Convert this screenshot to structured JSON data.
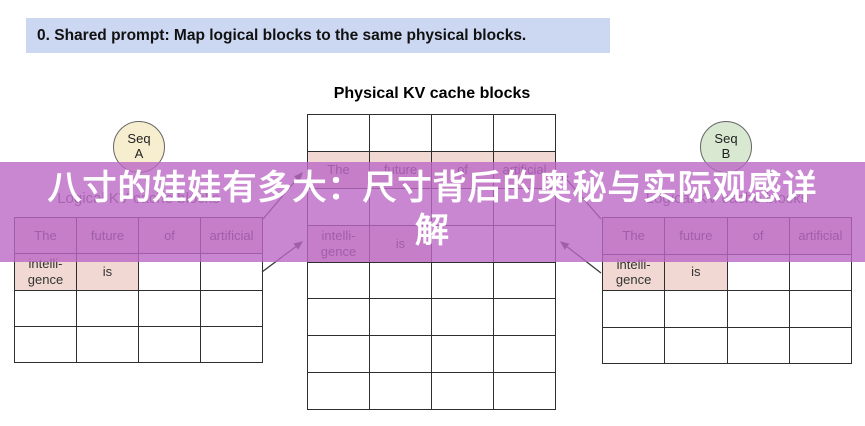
{
  "banner": {
    "text": "0. Shared prompt: Map logical blocks to the same physical blocks."
  },
  "titles": {
    "physical": "Physical KV cache blocks",
    "logical_left": "Logical KV cache blocks",
    "logical_right": "Logical KV cache blocks"
  },
  "sequences": {
    "seq_a": "Seq\nA",
    "seq_b": "Seq\nB"
  },
  "overlay": {
    "line1": "八寸的娃娃有多大：尺寸背后的奥秘与实际观感详",
    "line2": "解"
  },
  "tables": {
    "logical_a": [
      [
        {
          "text": "The",
          "filled": true
        },
        {
          "text": "future",
          "filled": true
        },
        {
          "text": "of",
          "filled": true
        },
        {
          "text": "artificial",
          "filled": true
        }
      ],
      [
        {
          "text": "intelli-\ngence",
          "filled": true
        },
        {
          "text": "is",
          "filled": true
        },
        {
          "text": "",
          "filled": false
        },
        {
          "text": "",
          "filled": false
        }
      ],
      [
        {
          "text": "",
          "filled": false
        },
        {
          "text": "",
          "filled": false
        },
        {
          "text": "",
          "filled": false
        },
        {
          "text": "",
          "filled": false
        }
      ],
      [
        {
          "text": "",
          "filled": false
        },
        {
          "text": "",
          "filled": false
        },
        {
          "text": "",
          "filled": false
        },
        {
          "text": "",
          "filled": false
        }
      ]
    ],
    "physical": [
      [
        {
          "text": "",
          "filled": false
        },
        {
          "text": "",
          "filled": false
        },
        {
          "text": "",
          "filled": false
        },
        {
          "text": "",
          "filled": false
        }
      ],
      [
        {
          "text": "The",
          "filled": true
        },
        {
          "text": "future",
          "filled": true
        },
        {
          "text": "of",
          "filled": true
        },
        {
          "text": "artificial",
          "filled": true
        }
      ],
      [
        {
          "text": "",
          "filled": false
        },
        {
          "text": "",
          "filled": false
        },
        {
          "text": "",
          "filled": false
        },
        {
          "text": "",
          "filled": false
        }
      ],
      [
        {
          "text": "intelli-\ngence",
          "filled": true
        },
        {
          "text": "is",
          "filled": true
        },
        {
          "text": "",
          "filled": false
        },
        {
          "text": "",
          "filled": false
        }
      ],
      [
        {
          "text": "",
          "filled": false
        },
        {
          "text": "",
          "filled": false
        },
        {
          "text": "",
          "filled": false
        },
        {
          "text": "",
          "filled": false
        }
      ],
      [
        {
          "text": "",
          "filled": false
        },
        {
          "text": "",
          "filled": false
        },
        {
          "text": "",
          "filled": false
        },
        {
          "text": "",
          "filled": false
        }
      ],
      [
        {
          "text": "",
          "filled": false
        },
        {
          "text": "",
          "filled": false
        },
        {
          "text": "",
          "filled": false
        },
        {
          "text": "",
          "filled": false
        }
      ],
      [
        {
          "text": "",
          "filled": false
        },
        {
          "text": "",
          "filled": false
        },
        {
          "text": "",
          "filled": false
        },
        {
          "text": "",
          "filled": false
        }
      ]
    ],
    "logical_b": [
      [
        {
          "text": "The",
          "filled": true
        },
        {
          "text": "future",
          "filled": true
        },
        {
          "text": "of",
          "filled": true
        },
        {
          "text": "artificial",
          "filled": true
        }
      ],
      [
        {
          "text": "intelli-\ngence",
          "filled": true
        },
        {
          "text": "is",
          "filled": true
        },
        {
          "text": "",
          "filled": false
        },
        {
          "text": "",
          "filled": false
        }
      ],
      [
        {
          "text": "",
          "filled": false
        },
        {
          "text": "",
          "filled": false
        },
        {
          "text": "",
          "filled": false
        },
        {
          "text": "",
          "filled": false
        }
      ],
      [
        {
          "text": "",
          "filled": false
        },
        {
          "text": "",
          "filled": false
        },
        {
          "text": "",
          "filled": false
        },
        {
          "text": "",
          "filled": false
        }
      ]
    ]
  },
  "colors": {
    "banner_bg": "#ccd7f2",
    "overlay_purple": "#bb68c6",
    "filled_cell_pink": "#f1d8d2",
    "seq_a_bg": "#f7edcf",
    "seq_b_bg": "#d9e8d1",
    "grid_line": "#2e2e2e"
  }
}
